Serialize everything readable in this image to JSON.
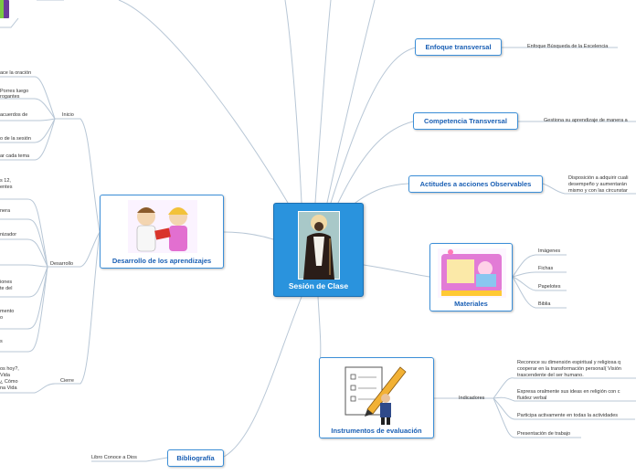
{
  "center": {
    "title": "Sesión de Clase",
    "image": "saint-portrait"
  },
  "nodes": {
    "enfoque": "Enfoque transversal",
    "competencia": "Competencia Transversal",
    "actitudes": "Actitudes a acciones Observables",
    "materiales": "Materiales",
    "instrumentos": "Instrumentos de evaluación",
    "bibliografia": "Bibliografía",
    "desarrollo_aprendizajes": "Desarrollo de los aprendizajes"
  },
  "leaves": {
    "enfoque": "Enfoque  Búsqueda de la Excelencia",
    "competencia": "Gestiona su aprendizaje de manera a",
    "actitudes": [
      "Disposición a adquirir cuali",
      "desempeño y aumentarán",
      "mismo y con las circunstar"
    ],
    "materiales": [
      "Imágenes",
      "Fichas",
      "Papelotes",
      "Biblia"
    ],
    "indicadores_label": "Indicadores",
    "indicadores": [
      [
        "Reconoce  su dimensión espiritual y religiosa q",
        "cooperar en la transformación personal( Visión",
        "trascendente del ser humano."
      ],
      [
        "Expresa  oralmente sus ideas en religión con c",
        "fluidez verbal"
      ],
      [
        "Participa activamente en todas la actividades"
      ],
      [
        "Presentación de trabajo"
      ]
    ],
    "bibliografia": "Libro Conoce a Dios"
  },
  "phases": {
    "inicio": "Inicio",
    "desarrollo": "Desarrollo",
    "cierre": "Cierre"
  },
  "left_fragments": {
    "inicio": [
      "ace la oración",
      "Porres luego",
      "rogantes",
      "acuerdos de",
      "o de la sesión",
      "ar cada tema"
    ],
    "desarrollo": [
      "s 12,",
      "entes",
      "nera",
      "nizador",
      "iones",
      "te del",
      "mento",
      "o",
      "s"
    ],
    "cierre": [
      "os hoy?,",
      "Vida",
      "¿ Cómo",
      "na Vida"
    ]
  },
  "images": {
    "aprendizajes": "two-children-cartoon",
    "materiales": "toy-box-cartoon",
    "instrumentos": "pencil-checklist-cartoon",
    "top_left": "purple-card"
  },
  "colors": {
    "accent": "#3c8fd8",
    "center": "#2a93dd",
    "connector": "#b8c7d6",
    "title_text": "#1a5fb4"
  }
}
